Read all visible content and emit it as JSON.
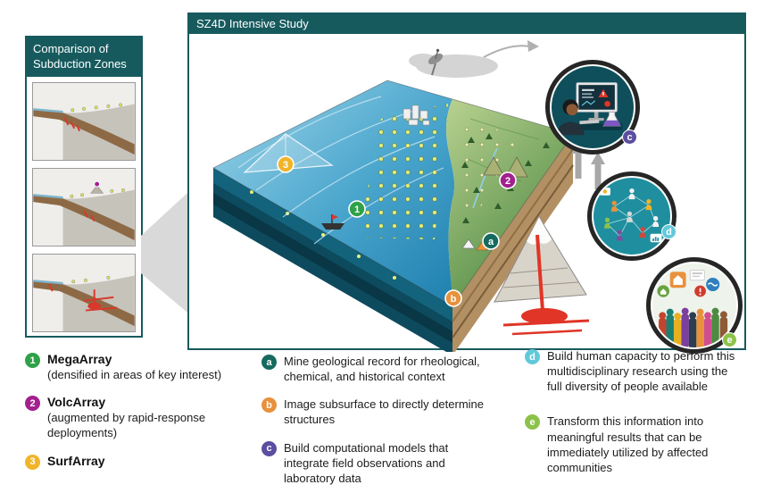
{
  "comparison_panel": {
    "title": "Comparison of Subduction Zones"
  },
  "study_panel": {
    "title": "SZ4D Intensive Study"
  },
  "colors": {
    "header_teal": "#175a5e",
    "alert_red": "#e03527",
    "ocean_blue": "#1f7fae",
    "land_green": "#4e8a42"
  },
  "icons": {
    "satellite_dish": "satellite-dish",
    "warning_triangle": "alert",
    "flask": "lab-flask",
    "network_people": "people-network",
    "community_crowd": "crowd",
    "up_arrows": "upward-arrows",
    "ship": "research-vessel",
    "pyramid_array": "surface-array-pyramid"
  },
  "legend": {
    "arrays": [
      {
        "num": "1",
        "color": "#2fa148",
        "name": "MegaArray",
        "desc": "(densified in areas of key interest)"
      },
      {
        "num": "2",
        "color": "#a3208f",
        "name": "VolcArray",
        "desc": "(augmented by rapid-response deployments)"
      },
      {
        "num": "3",
        "color": "#f0b429",
        "name": "SurfArray",
        "desc": ""
      }
    ],
    "tasks": [
      {
        "letter": "a",
        "color": "#16695f",
        "text": "Mine geological record for rheological, chemical, and historical context"
      },
      {
        "letter": "b",
        "color": "#e8913c",
        "text": "Image subsurface to directly determine structures"
      },
      {
        "letter": "c",
        "color": "#5b4ea0",
        "text": "Build computational models that integrate field observations and laboratory data"
      },
      {
        "letter": "d",
        "color": "#62c9d9",
        "text": "Build human capacity to perform this multidisciplinary research using the full diversity of people available"
      },
      {
        "letter": "e",
        "color": "#8cc24a",
        "text": "Transform this information into meaningful results that can be immediately utilized by affected communities"
      }
    ]
  }
}
